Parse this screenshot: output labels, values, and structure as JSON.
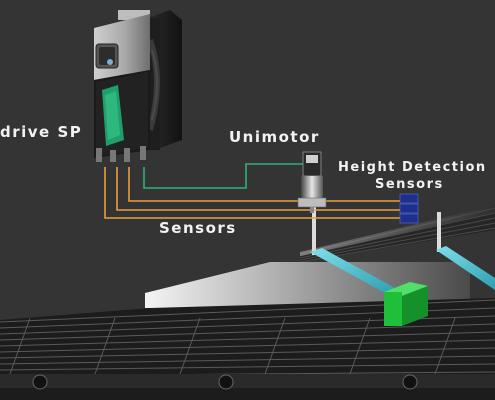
{
  "labels": {
    "drive": "drive SP",
    "unimotor": "Unimotor",
    "height_detection_line1": "Height Detection",
    "height_detection_line2": "Sensors",
    "sensors": "Sensors"
  },
  "colors": {
    "background": "#343434",
    "sensor_wire": "#e8a03c",
    "motor_wire": "#2fb07a",
    "beam": "#55c9d6",
    "box": "#1fbf3a",
    "sensor_block": "#1f2f8f"
  }
}
